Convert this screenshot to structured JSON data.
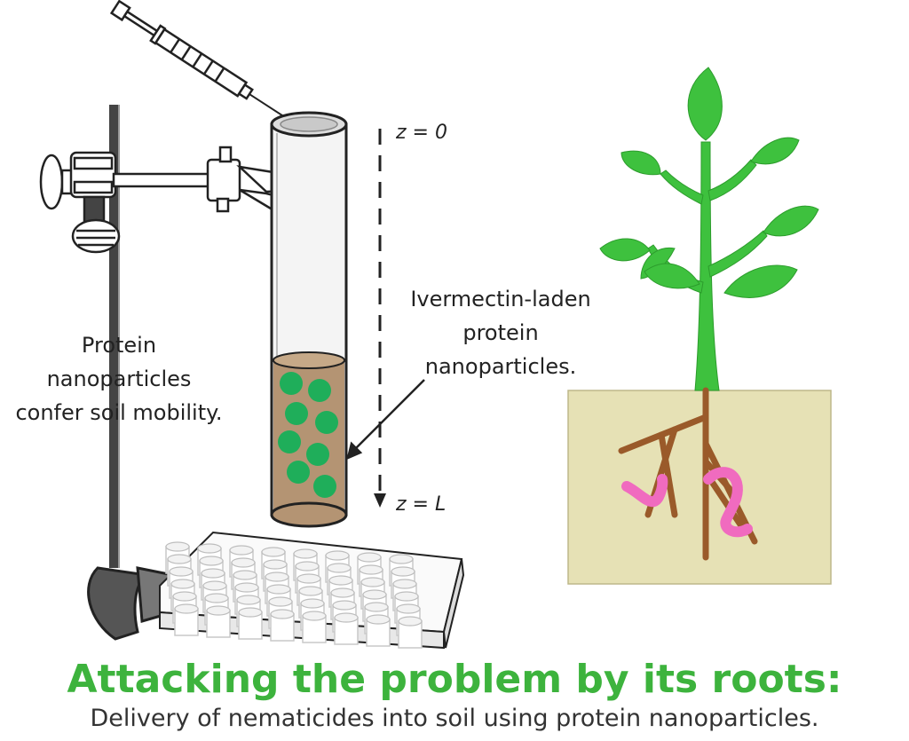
{
  "labels": {
    "z_top": "z = 0",
    "z_bottom": "z = L",
    "particles_callout": [
      "Ivermectin-laden",
      "protein",
      "nanoparticles."
    ],
    "mobility_note": [
      "Protein",
      "nanoparticles",
      "confer soil mobility."
    ]
  },
  "caption": {
    "title": "Attacking the problem by its roots:",
    "subtitle": "Delivery of nematicides into soil using protein nanoparticles."
  },
  "colors": {
    "title_green": "#3db33d",
    "leaf_green": "#3ec13e",
    "soil_tan": "#e6e1b5",
    "root_brown": "#9a5a2a",
    "worm_pink": "#f06bbf",
    "column_soil": "#b49473",
    "particle_green": "#1fae5a"
  }
}
